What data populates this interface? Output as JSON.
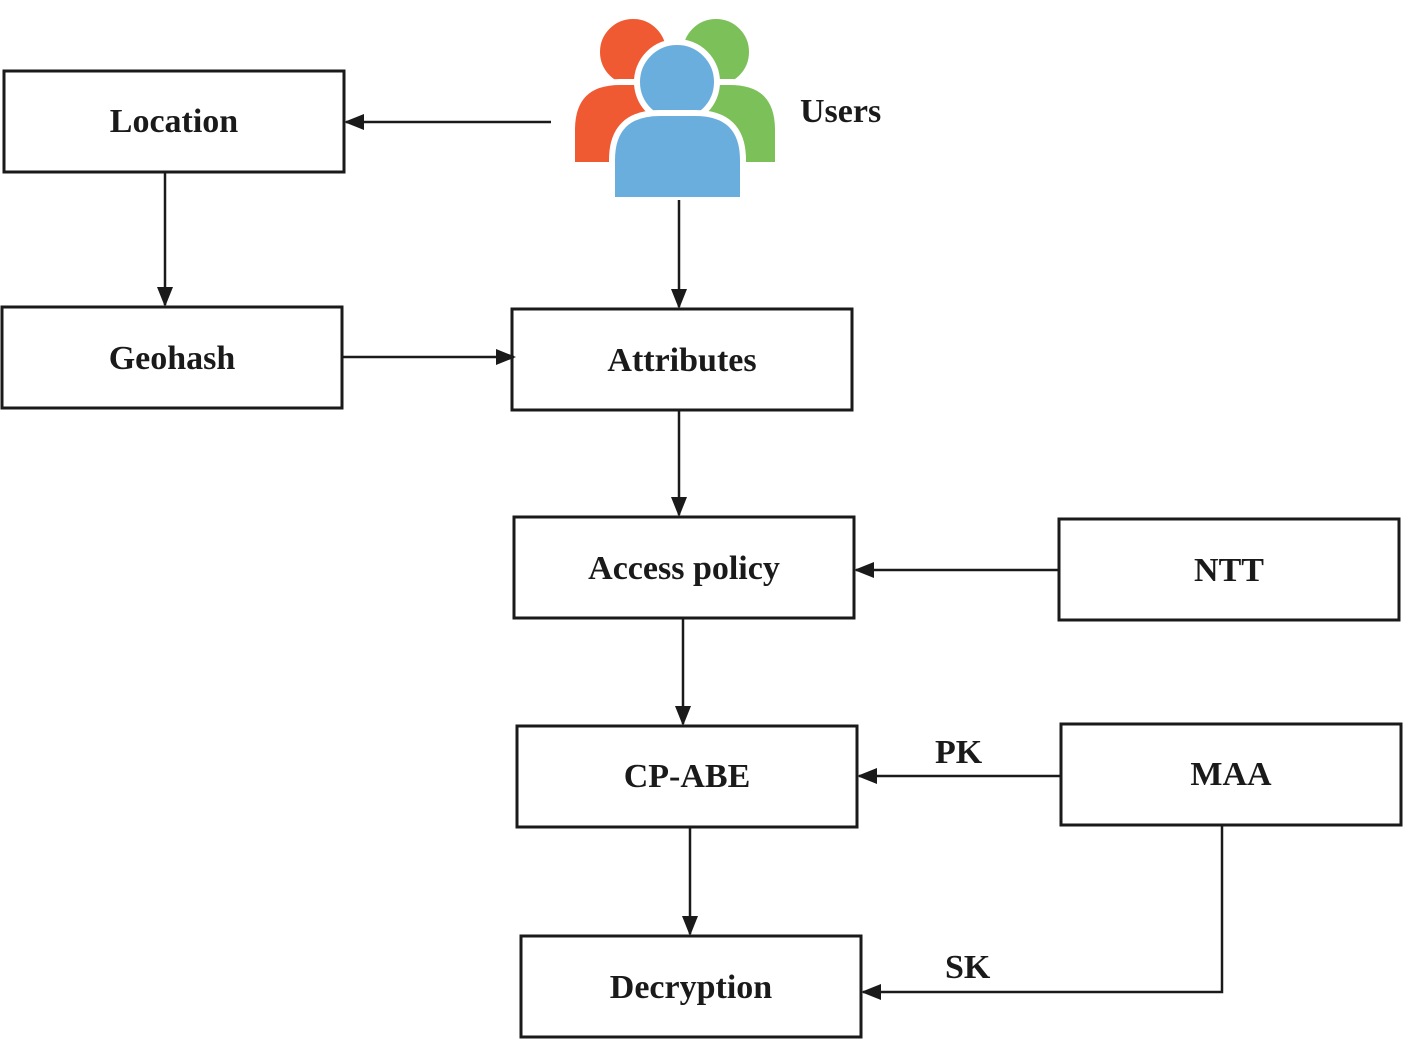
{
  "nodes": {
    "location": "Location",
    "geohash": "Geohash",
    "attributes": "Attributes",
    "access_policy": "Access policy",
    "ntt": "NTT",
    "cp_abe": "CP-ABE",
    "maa": "MAA",
    "decryption": "Decryption",
    "users": "Users"
  },
  "edge_labels": {
    "pk": "PK",
    "sk": "SK"
  },
  "users_icon": {
    "icon": "users-group-icon",
    "colors": {
      "left": "#f05a32",
      "right": "#7cc05a",
      "front": "#6aaede"
    }
  }
}
